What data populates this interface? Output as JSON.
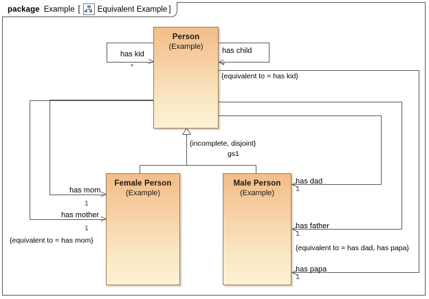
{
  "frame": {
    "keyword": "package",
    "package_name": "Example",
    "bracket_open": "[",
    "diagram_icon": "class-diagram-icon",
    "diagram_name": "Equivalent Example",
    "bracket_close": "]"
  },
  "classes": [
    {
      "id": "person",
      "name": "Person",
      "stereotype": "(Example)"
    },
    {
      "id": "female-person",
      "name": "Female Person",
      "stereotype": "(Example)"
    },
    {
      "id": "male-person",
      "name": "Male Person",
      "stereotype": "(Example)"
    }
  ],
  "generalization": {
    "constraint": "{incomplete, disjoint}",
    "set_name": "gs1"
  },
  "associations": [
    {
      "id": "has-kid",
      "label": "has kid",
      "multiplicity": "*",
      "source": "person",
      "target": "person"
    },
    {
      "id": "has-child",
      "label": "has child",
      "multiplicity": "*",
      "source": "person",
      "target": "person"
    },
    {
      "id": "has-mom",
      "label": "has mom",
      "multiplicity": "1",
      "source": "person",
      "target": "female-person"
    },
    {
      "id": "has-mother",
      "label": "has mother",
      "multiplicity": "1",
      "source": "person",
      "target": "female-person"
    },
    {
      "id": "has-dad",
      "label": "has dad",
      "multiplicity": "1",
      "source": "person",
      "target": "male-person"
    },
    {
      "id": "has-father",
      "label": "has father",
      "multiplicity": "1",
      "source": "person",
      "target": "male-person"
    },
    {
      "id": "has-papa",
      "label": "has papa",
      "multiplicity": "1",
      "source": "person",
      "target": "male-person"
    }
  ],
  "constraints": [
    {
      "id": "eq-has-kid",
      "text": "{equivalent to = has kid}"
    },
    {
      "id": "eq-has-mom",
      "text": "{equivalent to = has mom}"
    },
    {
      "id": "eq-has-dad",
      "text": "{equivalent to = has dad, has papa}"
    }
  ],
  "colors": {
    "class_fill_top": "#f3bd87",
    "class_fill_bottom": "#fdf2d4",
    "class_border": "#9a7b52",
    "line": "#5b5b5b",
    "frame_border": "#595959",
    "multiplicity_text": "#4a2a5a",
    "icon_blue": "#5a7fa8"
  }
}
